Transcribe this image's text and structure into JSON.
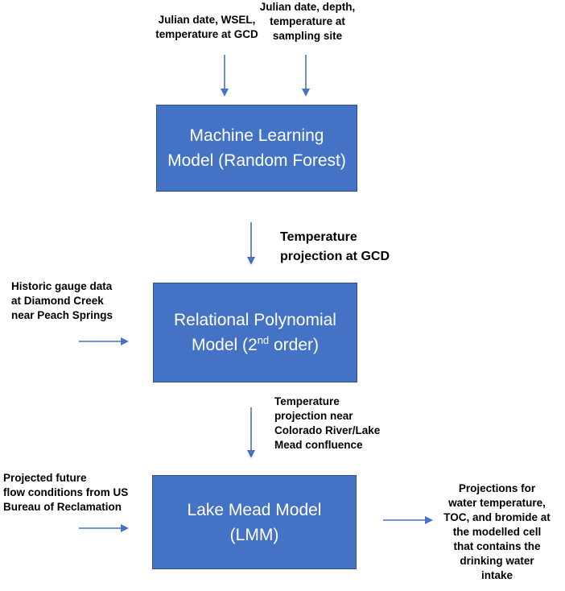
{
  "inputs": {
    "gcd": "Julian date, WSEL,\ntemperature at GCD",
    "site": "Julian date, depth,\ntemperature at\nsampling site",
    "gauge": "Historic gauge data\nat Diamond Creek\nnear Peach Springs",
    "flow": "Projected future\nflow conditions from US\nBureau of Reclamation"
  },
  "models": {
    "ml": "Machine Learning Model (Random Forest)",
    "rpm_main": "Relational Polynomial Model (2",
    "rpm_sup": "nd",
    "rpm_tail": " order)",
    "lmm": "Lake Mead Model (LMM)"
  },
  "outputs": {
    "temp_gcd": "Temperature\nprojection at GCD",
    "temp_confluence": "Temperature\nprojection near\nColorado River/Lake\nMead confluence",
    "final": "Projections for\nwater temperature,\nTOC, and bromide at\nthe modelled cell\nthat contains the\ndrinking water\nintake"
  },
  "colors": {
    "box_fill": "#4472c4",
    "box_border": "#2f528f",
    "arrow": "#4472c4"
  }
}
